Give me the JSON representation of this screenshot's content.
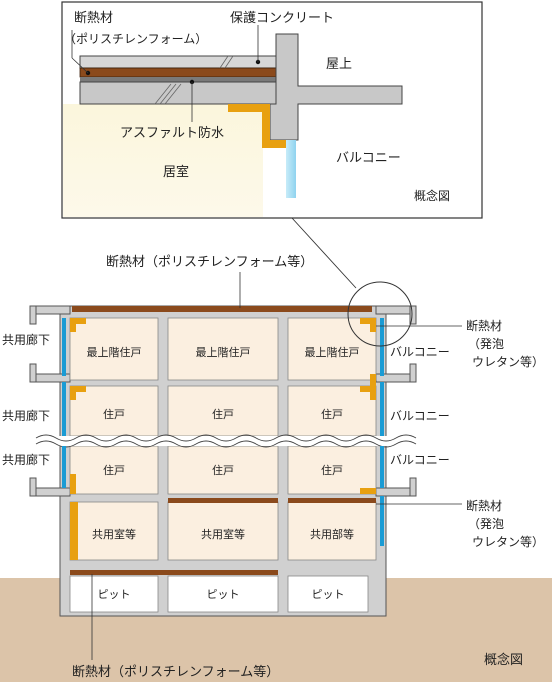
{
  "inset": {
    "insulation_label_1": "断熱材",
    "insulation_label_2": "（ポリスチレンフォーム）",
    "concrete_label": "保護コンクリート",
    "roof_label": "屋上",
    "waterproof_label": "アスファルト防水",
    "balcony_label": "バルコニー",
    "room_label": "居室",
    "caption": "概念図"
  },
  "section": {
    "roof_insulation_label": "断熱材（ポリスチレンフォーム等）",
    "bottom_insulation_label": "断熱材（ポリスチレンフォーム等）",
    "corridor_label": "共用廊下",
    "balcony_label": "バルコニー",
    "foam_label_1": "断熱材",
    "foam_label_2": "（発泡",
    "foam_label_3": "ウレタン等）",
    "rooms": {
      "top": [
        "最上階住戸",
        "最上階住戸",
        "最上階住戸"
      ],
      "mid1": [
        "住戸",
        "住戸",
        "住戸"
      ],
      "mid2": [
        "住戸",
        "住戸",
        "住戸"
      ],
      "common": [
        "共用室等",
        "共用室等",
        "共用部等"
      ],
      "pit": [
        "ピット",
        "ピット",
        "ピット"
      ]
    },
    "caption": "概念図"
  },
  "colors": {
    "concrete": "#c8c8c8",
    "concrete_stroke": "#555555",
    "insulation_brown": "#8b4a1c",
    "foam_orange": "#e8a010",
    "room_fill": "#fbefe0",
    "ground": "#d9c1a6",
    "cyan": "#1a9bd4",
    "waterproof": "#7a7a7a"
  }
}
